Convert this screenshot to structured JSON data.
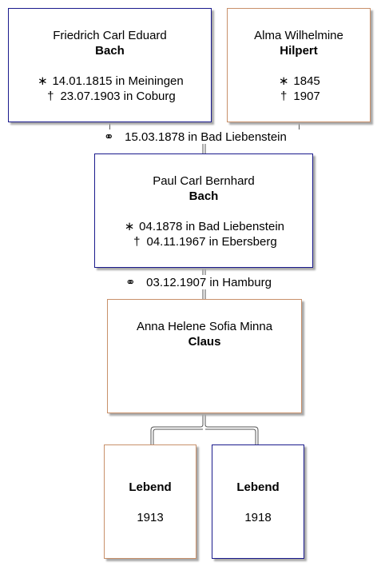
{
  "colors": {
    "male_border": "#1a1a8c",
    "female_border": "#c8906a",
    "line": "#555555"
  },
  "icons": {
    "birth": "asterisk-icon",
    "death": "cross-icon",
    "marriage": "rings-icon"
  },
  "symbols": {
    "birth": "∗",
    "death": "†",
    "marriage": "⚭"
  },
  "father": {
    "given": "Friedrich Carl Eduard",
    "surname": "Bach",
    "birth": "14.01.1815 in Meiningen",
    "death": "23.07.1903 in Coburg"
  },
  "mother": {
    "given": "Alma Wilhelmine",
    "surname": "Hilpert",
    "birth": "1845",
    "death": "1907"
  },
  "marriage1": {
    "text": "15.03.1878 in Bad Liebenstein"
  },
  "person": {
    "given": "Paul Carl Bernhard",
    "surname": "Bach",
    "birth": "04.1878 in Bad Liebenstein",
    "death": "04.11.1967 in Ebersberg"
  },
  "marriage2": {
    "text": "03.12.1907 in Hamburg"
  },
  "spouse": {
    "given": "Anna Helene Sofia Minna",
    "surname": "Claus"
  },
  "children": [
    {
      "title": "Lebend",
      "year": "1913"
    },
    {
      "title": "Lebend",
      "year": "1918"
    }
  ]
}
